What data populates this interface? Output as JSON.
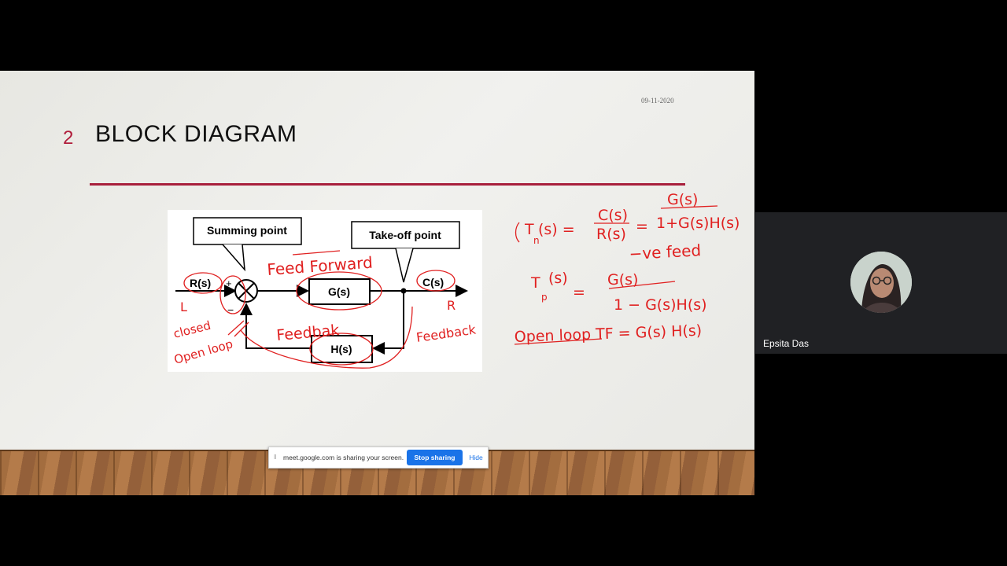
{
  "slide": {
    "number": "2",
    "title": "BLOCK DIAGRAM",
    "date": "09-11-2020"
  },
  "diagram": {
    "summing_point_label": "Summing point",
    "takeoff_point_label": "Take-off point",
    "input_label": "R(s)",
    "output_label": "C(s)",
    "forward_block": "G(s)",
    "feedback_block": "H(s)",
    "plus_sign": "+",
    "minus_sign": "−"
  },
  "annotations": {
    "feed_forward": "Feed Forward",
    "feedback": "Feedbak",
    "feedback_right": "Feedback",
    "closed": "closed",
    "open_loop": "Open loop",
    "l": "L",
    "r": "R",
    "ve_feed": "−ve feed",
    "open_loop_tf": "Open loop TF = G(s) H(s)"
  },
  "share_bar": {
    "message": "meet.google.com is sharing your screen.",
    "stop_label": "Stop sharing",
    "hide_label": "Hide"
  },
  "participant": {
    "name": "Epsita Das"
  },
  "colors": {
    "accent_red": "#b01c3a",
    "ink_red": "#e02020",
    "meet_blue": "#1a73e8"
  }
}
